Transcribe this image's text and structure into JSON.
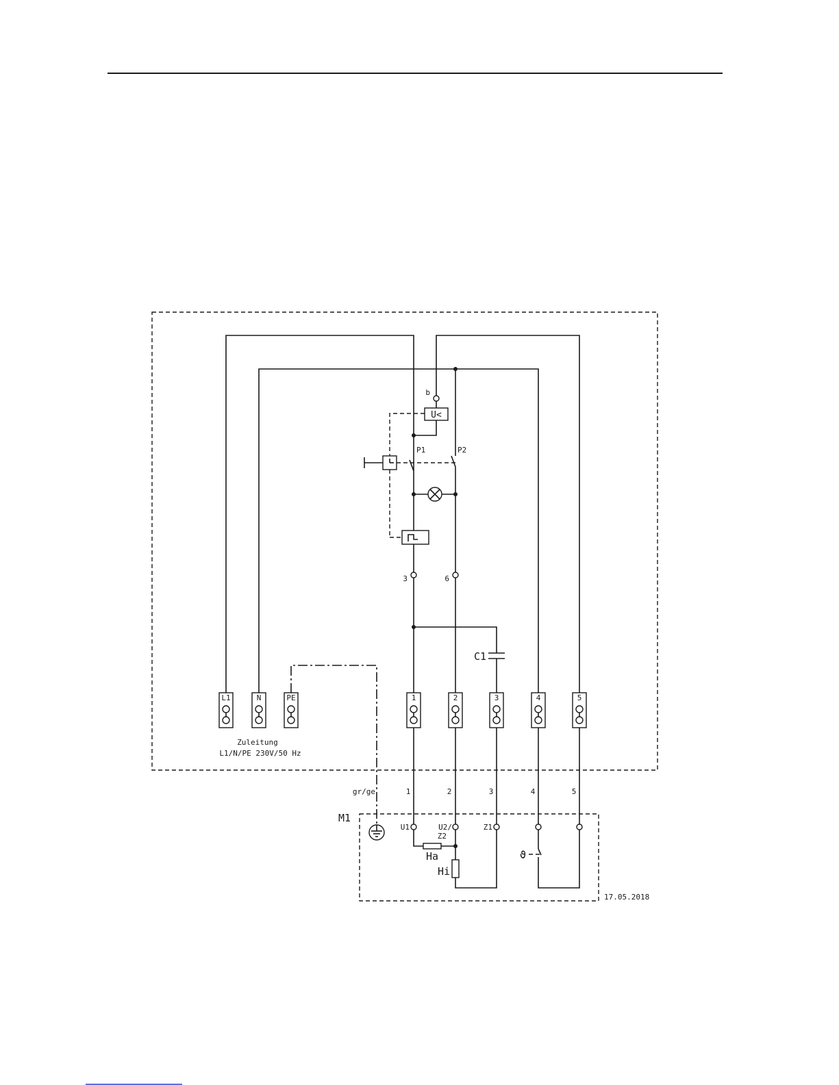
{
  "labels": {
    "terminal_L1": "L1",
    "terminal_N": "N",
    "terminal_PE": "PE",
    "terminal_1": "1",
    "terminal_2": "2",
    "terminal_3": "3",
    "terminal_4": "4",
    "terminal_5": "5",
    "supply_line1": "Zuleitung",
    "supply_line2": "L1/N/PE 230V/50 Hz",
    "undervoltage": "U<",
    "contact_b": "b",
    "p1": "P1",
    "p2": "P2",
    "node_3": "3",
    "node_6": "6",
    "capacitor": "C1",
    "wire_grge": "gr/ge",
    "wire_1": "1",
    "wire_2": "2",
    "wire_3": "3",
    "wire_4": "4",
    "wire_5": "5",
    "motor": "M1",
    "motor_u1": "U1",
    "motor_u2": "U2/",
    "motor_z2": "Z2",
    "motor_z1": "Z1",
    "winding_ha": "Ha",
    "winding_hi": "Hi",
    "thermo": "ϑ",
    "date": "17.05.2018"
  }
}
